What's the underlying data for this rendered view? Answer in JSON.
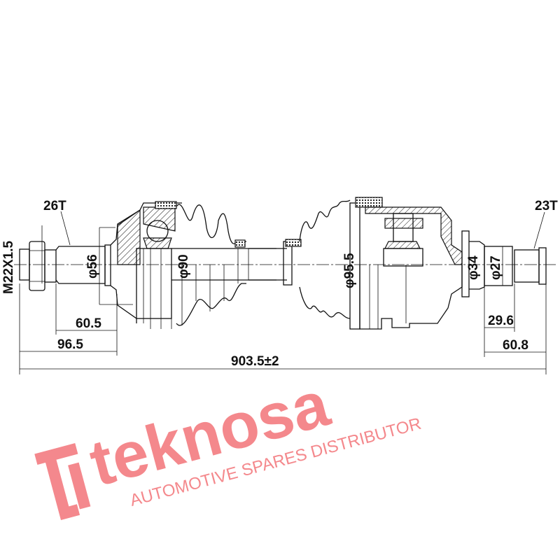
{
  "drawing": {
    "left_spline_label": "26T",
    "thread_label": "M22X1.5",
    "dia_outer_shaft": "φ56",
    "dia_outer_joint": "φ90",
    "dim_60_5": "60.5",
    "dim_96_5": "96.5",
    "overall_length": "903.5±2",
    "dia_inner_joint": "φ95.5",
    "dia_inner_stub": "φ34",
    "dia_inner_spline": "φ27",
    "dim_29_6": "29.6",
    "dim_60_8": "60.8",
    "right_spline_label": "23T"
  },
  "watermark": {
    "brand": "teknosa",
    "tagline": "AUTOMOTIVE SPARES DISTRIBUTOR",
    "color": "#f0565c"
  }
}
